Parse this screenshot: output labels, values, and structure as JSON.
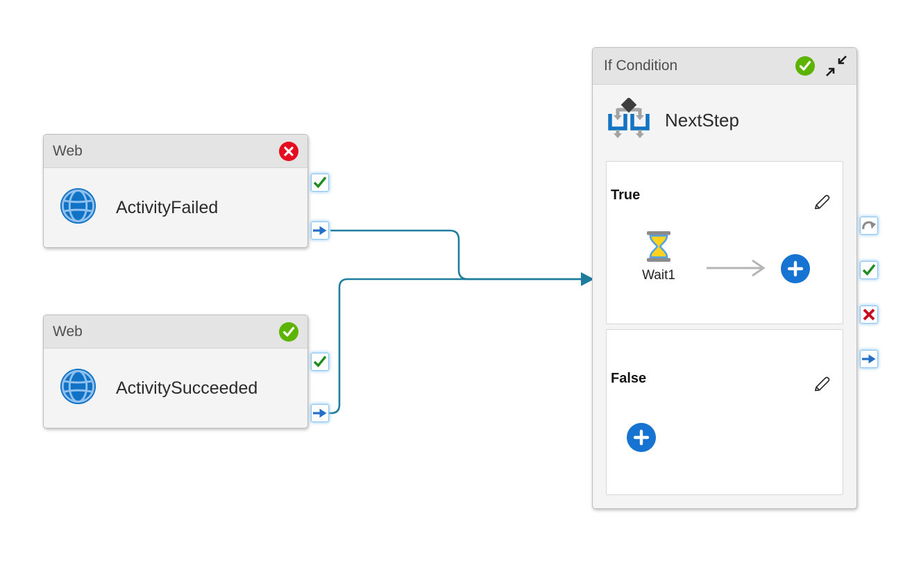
{
  "colors": {
    "connector_teal": "#1e7d9e",
    "success_badge_green": "#5cb300",
    "error_badge_red": "#e50c1f",
    "port_check_green": "#1e8c1e",
    "port_arrow_blue": "#2470c8",
    "port_fail_red": "#c50f1f",
    "port_skip_gray": "#8a8a8a",
    "add_button_blue": "#1673d2",
    "activity_blue": "#1173c5"
  },
  "activities": {
    "failed": {
      "type_label": "Web",
      "name": "ActivityFailed",
      "status_badge": "error",
      "icon": "globe-icon",
      "ports": [
        "success",
        "completion"
      ]
    },
    "succeeded": {
      "type_label": "Web",
      "name": "ActivitySucceeded",
      "status_badge": "success",
      "icon": "globe-icon",
      "ports": [
        "success",
        "completion"
      ]
    },
    "if_condition": {
      "type_label": "If Condition",
      "name": "NextStep",
      "status_badge": "success",
      "icon": "if-condition-icon",
      "ports": [
        "skipped",
        "success",
        "failure",
        "completion"
      ],
      "true_branch": {
        "label": "True",
        "activities": [
          {
            "name": "Wait1",
            "icon": "hourglass-icon"
          }
        ]
      },
      "false_branch": {
        "label": "False",
        "activities": []
      }
    }
  },
  "connections": [
    {
      "from": "ActivityFailed",
      "from_port": "completion",
      "to": "NextStep"
    },
    {
      "from": "ActivitySucceeded",
      "from_port": "completion",
      "to": "NextStep"
    }
  ]
}
